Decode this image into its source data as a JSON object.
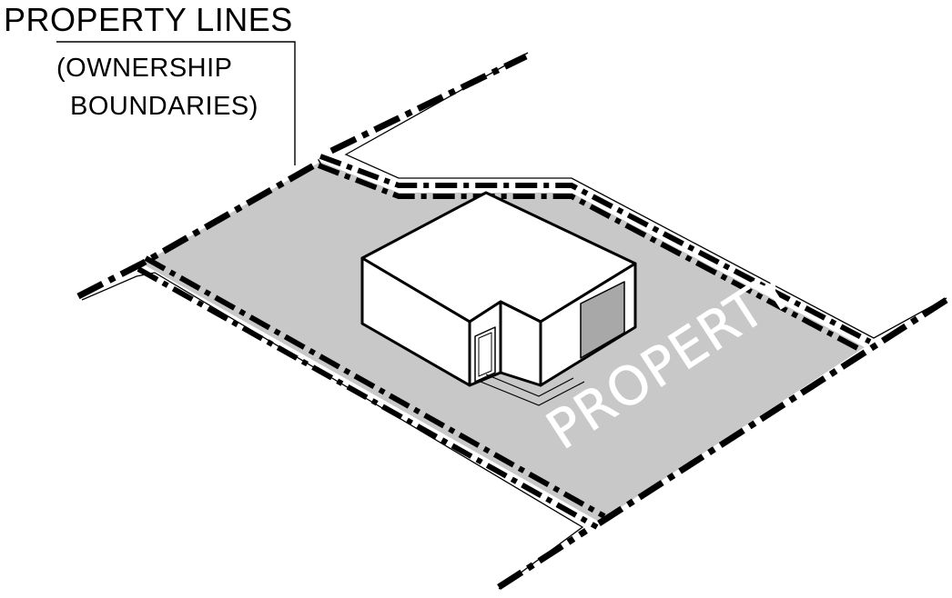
{
  "callout": {
    "title": "PROPERTY LINES",
    "subtitle_line1": "(OWNERSHIP",
    "subtitle_line2": "BOUNDARIES)"
  },
  "lot_label": "PROPERTY",
  "colors": {
    "lot_fill": "#c8c8c8",
    "line": "#000000",
    "building_face": "#ffffff",
    "garage_door": "#a8a8a8"
  }
}
